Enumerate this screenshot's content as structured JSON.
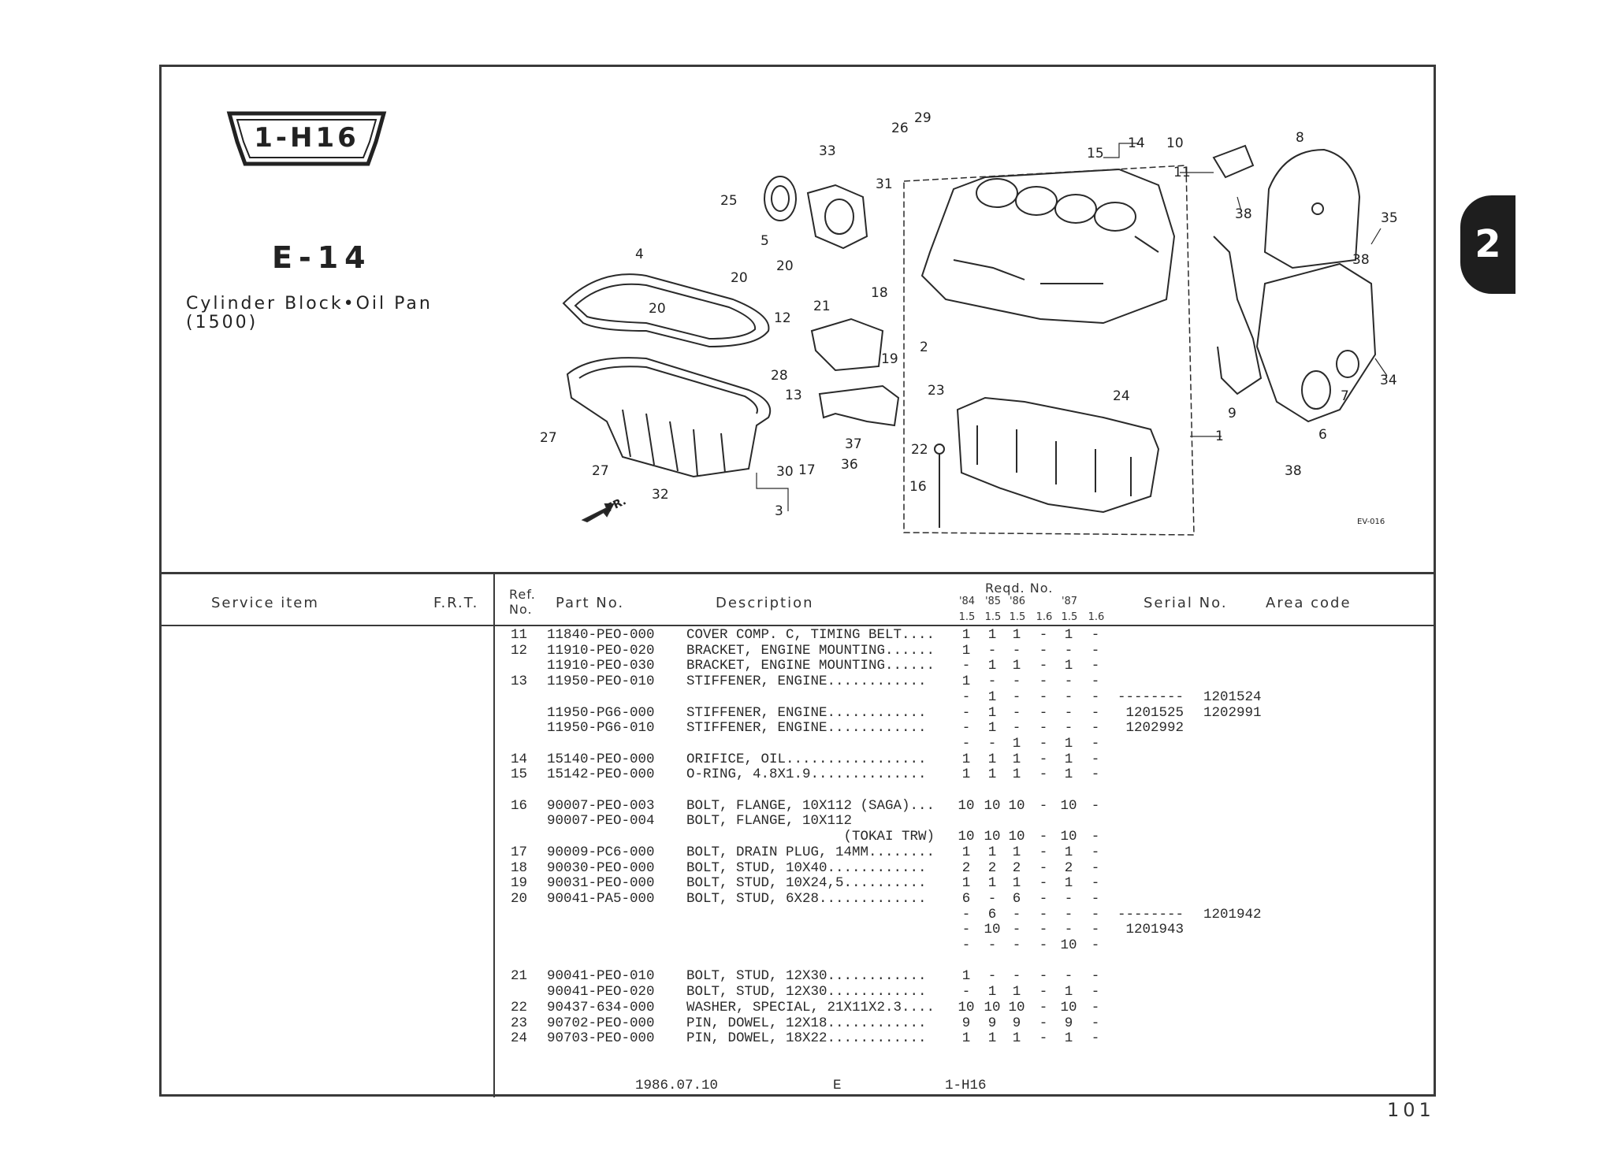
{
  "header": {
    "group_code": "1-H16",
    "section_code": "E-14",
    "title_line1": "Cylinder Block•Oil Pan",
    "title_line2": "(1500)",
    "tab_number": "2"
  },
  "diagram": {
    "callouts": [
      "26",
      "29",
      "33",
      "31",
      "25",
      "5",
      "20",
      "4",
      "20",
      "20",
      "21",
      "18",
      "12",
      "19",
      "28",
      "2",
      "13",
      "23",
      "24",
      "37",
      "36",
      "22",
      "16",
      "30",
      "17",
      "3",
      "27",
      "27",
      "32",
      "14",
      "15",
      "10",
      "11",
      "38",
      "8",
      "35",
      "38",
      "9",
      "7",
      "34",
      "6",
      "38",
      "1"
    ],
    "figure_code": "EV-016",
    "front_marker": "FR."
  },
  "table": {
    "headers": {
      "service_item": "Service   item",
      "frt": "F.R.T.",
      "ref_no_1": "Ref.",
      "ref_no_2": "No.",
      "part_no": "Part No.",
      "description": "Description",
      "reqd_no": "Reqd. No.",
      "years": [
        "'84",
        "'85",
        "'86",
        "",
        "'87",
        ""
      ],
      "engines": [
        "1.5",
        "1.5",
        "1.5",
        "1.6",
        "1.5",
        "1.6"
      ],
      "serial_no": "Serial No.",
      "area_code": "Area code"
    },
    "rows": [
      {
        "ref": "11",
        "part": "11840-PEO-000",
        "desc": "COVER COMP. C, TIMING BELT....",
        "qty": [
          "1",
          "1",
          "1",
          "-",
          "1",
          "-"
        ],
        "serial": [
          "",
          ""
        ]
      },
      {
        "ref": "12",
        "part": "11910-PEO-020",
        "desc": "BRACKET, ENGINE MOUNTING......",
        "qty": [
          "1",
          "-",
          "-",
          "-",
          "-",
          "-"
        ],
        "serial": [
          "",
          ""
        ]
      },
      {
        "ref": "",
        "part": "11910-PEO-030",
        "desc": "BRACKET, ENGINE MOUNTING......",
        "qty": [
          "-",
          "1",
          "1",
          "-",
          "1",
          "-"
        ],
        "serial": [
          "",
          ""
        ]
      },
      {
        "ref": "13",
        "part": "11950-PEO-010",
        "desc": "STIFFENER, ENGINE............",
        "qty": [
          "1",
          "-",
          "-",
          "-",
          "-",
          "-"
        ],
        "serial": [
          "",
          ""
        ]
      },
      {
        "ref": "",
        "part": "",
        "desc": "",
        "qty": [
          "-",
          "1",
          "-",
          "-",
          "-",
          "-"
        ],
        "serial": [
          "--------",
          "1201524"
        ]
      },
      {
        "ref": "",
        "part": "11950-PG6-000",
        "desc": "STIFFENER, ENGINE............",
        "qty": [
          "-",
          "1",
          "-",
          "-",
          "-",
          "-"
        ],
        "serial": [
          " 1201525",
          "1202991"
        ]
      },
      {
        "ref": "",
        "part": "11950-PG6-010",
        "desc": "STIFFENER, ENGINE............",
        "qty": [
          "-",
          "1",
          "-",
          "-",
          "-",
          "-"
        ],
        "serial": [
          " 1202992",
          ""
        ]
      },
      {
        "ref": "",
        "part": "",
        "desc": "",
        "qty": [
          "-",
          "-",
          "1",
          "-",
          "1",
          "-"
        ],
        "serial": [
          "",
          ""
        ]
      },
      {
        "ref": "14",
        "part": "15140-PEO-000",
        "desc": "ORIFICE, OIL.................",
        "qty": [
          "1",
          "1",
          "1",
          "-",
          "1",
          "-"
        ],
        "serial": [
          "",
          ""
        ]
      },
      {
        "ref": "15",
        "part": "15142-PEO-000",
        "desc": "O-RING, 4.8X1.9..............",
        "qty": [
          "1",
          "1",
          "1",
          "-",
          "1",
          "-"
        ],
        "serial": [
          "",
          ""
        ]
      },
      {
        "ref": "",
        "part": "",
        "desc": "",
        "qty": [
          "",
          "",
          "",
          "",
          "",
          ""
        ],
        "serial": [
          "",
          ""
        ]
      },
      {
        "ref": "16",
        "part": "90007-PEO-003",
        "desc": "BOLT, FLANGE, 10X112 (SAGA)...",
        "qty": [
          "10",
          "10",
          "10",
          "-",
          "10",
          "-"
        ],
        "serial": [
          "",
          ""
        ]
      },
      {
        "ref": "",
        "part": "90007-PEO-004",
        "desc": "BOLT, FLANGE, 10X112",
        "qty": [
          "",
          "",
          "",
          "",
          "",
          ""
        ],
        "serial": [
          "",
          ""
        ]
      },
      {
        "ref": "",
        "part": "",
        "desc": "                   (TOKAI TRW)",
        "qty": [
          "10",
          "10",
          "10",
          "-",
          "10",
          "-"
        ],
        "serial": [
          "",
          ""
        ]
      },
      {
        "ref": "17",
        "part": "90009-PC6-000",
        "desc": "BOLT, DRAIN PLUG, 14MM........",
        "qty": [
          "1",
          "1",
          "1",
          "-",
          "1",
          "-"
        ],
        "serial": [
          "",
          ""
        ]
      },
      {
        "ref": "18",
        "part": "90030-PEO-000",
        "desc": "BOLT, STUD, 10X40............",
        "qty": [
          "2",
          "2",
          "2",
          "-",
          "2",
          "-"
        ],
        "serial": [
          "",
          ""
        ]
      },
      {
        "ref": "19",
        "part": "90031-PEO-000",
        "desc": "BOLT, STUD, 10X24,5..........",
        "qty": [
          "1",
          "1",
          "1",
          "-",
          "1",
          "-"
        ],
        "serial": [
          "",
          ""
        ]
      },
      {
        "ref": "20",
        "part": "90041-PA5-000",
        "desc": "BOLT, STUD, 6X28.............",
        "qty": [
          "6",
          "-",
          "6",
          "-",
          "-",
          "-"
        ],
        "serial": [
          "",
          ""
        ]
      },
      {
        "ref": "",
        "part": "",
        "desc": "",
        "qty": [
          "-",
          "6",
          "-",
          "-",
          "-",
          "-"
        ],
        "serial": [
          "--------",
          "1201942"
        ]
      },
      {
        "ref": "",
        "part": "",
        "desc": "",
        "qty": [
          "-",
          "10",
          "-",
          "-",
          "-",
          "-"
        ],
        "serial": [
          " 1201943",
          ""
        ]
      },
      {
        "ref": "",
        "part": "",
        "desc": "",
        "qty": [
          "-",
          "-",
          "-",
          "-",
          "10",
          "-"
        ],
        "serial": [
          "",
          ""
        ]
      },
      {
        "ref": "",
        "part": "",
        "desc": "",
        "qty": [
          "",
          "",
          "",
          "",
          "",
          ""
        ],
        "serial": [
          "",
          ""
        ]
      },
      {
        "ref": "21",
        "part": "90041-PEO-010",
        "desc": "BOLT, STUD, 12X30............",
        "qty": [
          "1",
          "-",
          "-",
          "-",
          "-",
          "-"
        ],
        "serial": [
          "",
          ""
        ]
      },
      {
        "ref": "",
        "part": "90041-PEO-020",
        "desc": "BOLT, STUD, 12X30............",
        "qty": [
          "-",
          "1",
          "1",
          "-",
          "1",
          "-"
        ],
        "serial": [
          "",
          ""
        ]
      },
      {
        "ref": "22",
        "part": "90437-634-000",
        "desc": "WASHER, SPECIAL, 21X11X2.3....",
        "qty": [
          "10",
          "10",
          "10",
          "-",
          "10",
          "-"
        ],
        "serial": [
          "",
          ""
        ]
      },
      {
        "ref": "23",
        "part": "90702-PEO-000",
        "desc": "PIN, DOWEL, 12X18............",
        "qty": [
          "9",
          "9",
          "9",
          "-",
          "9",
          "-"
        ],
        "serial": [
          "",
          ""
        ]
      },
      {
        "ref": "24",
        "part": "90703-PEO-000",
        "desc": "PIN, DOWEL, 18X22............",
        "qty": [
          "1",
          "1",
          "1",
          "-",
          "1",
          "-"
        ],
        "serial": [
          "",
          ""
        ]
      }
    ]
  },
  "footer": {
    "date": "1986.07.10",
    "area": "E",
    "group_code": "1-H16",
    "page_number": "101"
  }
}
